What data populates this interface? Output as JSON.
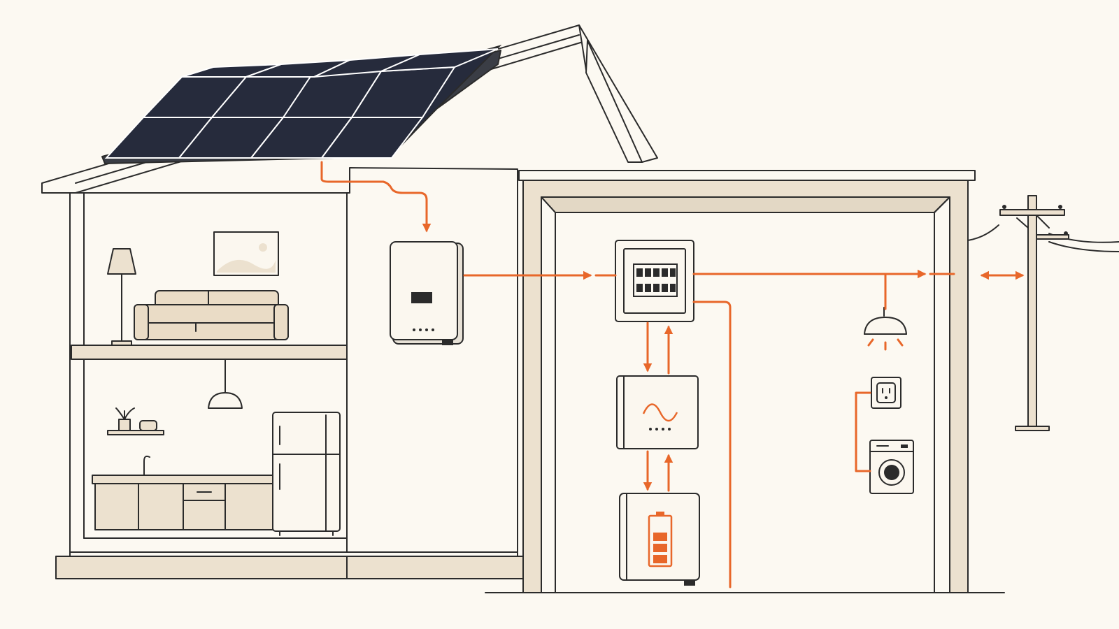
{
  "diagram": {
    "type": "home-solar-energy-system",
    "colors": {
      "background": "#fcf9f2",
      "outline": "#2b2b2b",
      "energy_flow": "#e8672a",
      "panel": "#262b3c",
      "furniture": "#ece1cf"
    },
    "components": [
      {
        "id": "solar-panels",
        "icon": "solar-panel-icon"
      },
      {
        "id": "solar-inverter",
        "icon": "inverter-icon"
      },
      {
        "id": "breaker-panel",
        "icon": "breaker-panel-icon"
      },
      {
        "id": "hybrid-inverter",
        "icon": "sine-wave-icon"
      },
      {
        "id": "home-battery",
        "icon": "battery-icon"
      },
      {
        "id": "ceiling-lamp",
        "icon": "lamp-icon"
      },
      {
        "id": "wall-outlet",
        "icon": "outlet-icon"
      },
      {
        "id": "washing-machine",
        "icon": "washer-icon"
      },
      {
        "id": "utility-pole",
        "icon": "utility-pole-icon"
      }
    ],
    "connections": [
      {
        "from": "solar-panels",
        "to": "solar-inverter",
        "direction": "one-way"
      },
      {
        "from": "solar-inverter",
        "to": "breaker-panel",
        "direction": "one-way"
      },
      {
        "from": "breaker-panel",
        "to": "hybrid-inverter",
        "direction": "two-way"
      },
      {
        "from": "hybrid-inverter",
        "to": "home-battery",
        "direction": "two-way"
      },
      {
        "from": "breaker-panel",
        "to": "ceiling-lamp",
        "direction": "one-way"
      },
      {
        "from": "wall-outlet",
        "to": "washing-machine",
        "direction": "one-way"
      },
      {
        "from": "breaker-panel",
        "to": "utility-pole",
        "direction": "two-way"
      }
    ]
  }
}
